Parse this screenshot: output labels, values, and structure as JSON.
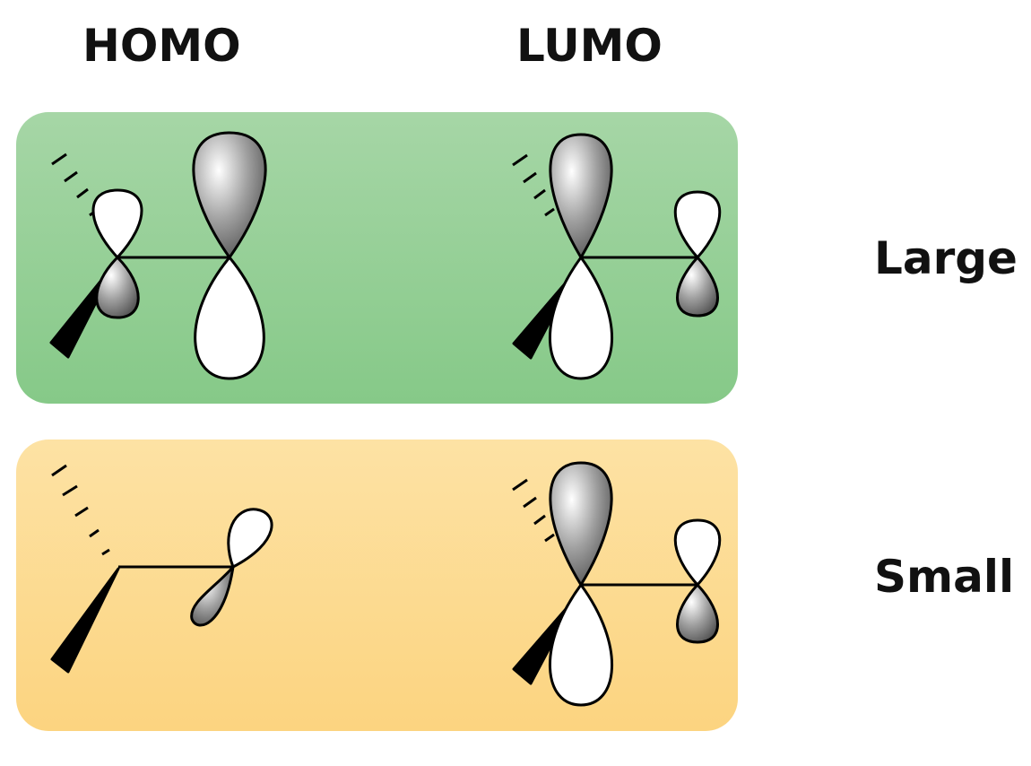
{
  "headings": {
    "homo": "HOMO",
    "lumo": "LUMO"
  },
  "rows": [
    {
      "id": "large",
      "label": "Large",
      "panel_color_top": "#a6d6a6",
      "panel_color_bottom": "#86c988"
    },
    {
      "id": "small",
      "label": "Small",
      "panel_color_top": "#fde2a4",
      "panel_color_bottom": "#fcd480"
    }
  ],
  "colors": {
    "outline": "#000000",
    "lobe_shaded_light": "#ffffff",
    "lobe_shaded_dark": "#3a3a3a",
    "lobe_empty": "#ffffff"
  },
  "icons": [
    "orbital-lobe-shaded",
    "orbital-lobe-empty",
    "wedge-bond",
    "hashed-bond",
    "single-bond"
  ]
}
